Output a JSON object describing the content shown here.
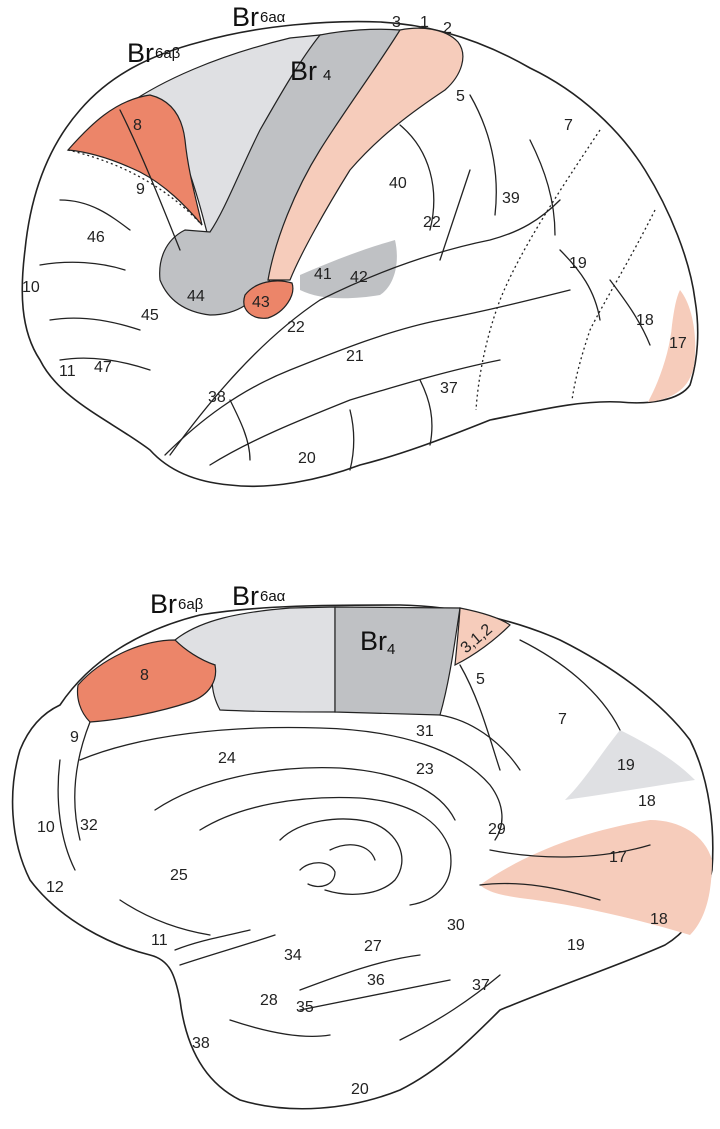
{
  "colors": {
    "area_8_and_43": "#ec8569",
    "area_sensory_and_visual": "#f6ccbb",
    "area_4": "#bfc1c4",
    "area_6": "#dfe0e3",
    "outline": "#222222"
  },
  "lateral_view": {
    "brodmann_labels": {
      "br6aa_main": "Br",
      "br6aa_sub": "6aα",
      "br6ab_main": "Br",
      "br6ab_sub": "6aβ",
      "br4_main": "Br",
      "br4_sub": "4"
    },
    "areas": [
      "3",
      "1",
      "2",
      "5",
      "7",
      "8",
      "9",
      "40",
      "39",
      "46",
      "22",
      "19",
      "10",
      "44",
      "41",
      "42",
      "45",
      "43",
      "18",
      "17",
      "22",
      "11",
      "47",
      "21",
      "38",
      "37",
      "20"
    ]
  },
  "medial_view": {
    "brodmann_labels": {
      "br6ab_main": "Br",
      "br6ab_sub": "6aβ",
      "br6aa_main": "Br",
      "br6aa_sub": "6aα",
      "br4_main": "Br",
      "br4_sub": "4",
      "sensory": "3,1,2"
    },
    "areas": [
      "8",
      "5",
      "9",
      "7",
      "31",
      "24",
      "23",
      "19",
      "18",
      "10",
      "32",
      "29",
      "17",
      "25",
      "12",
      "11",
      "30",
      "18",
      "34",
      "27",
      "19",
      "36",
      "37",
      "28",
      "35",
      "38",
      "20"
    ]
  }
}
